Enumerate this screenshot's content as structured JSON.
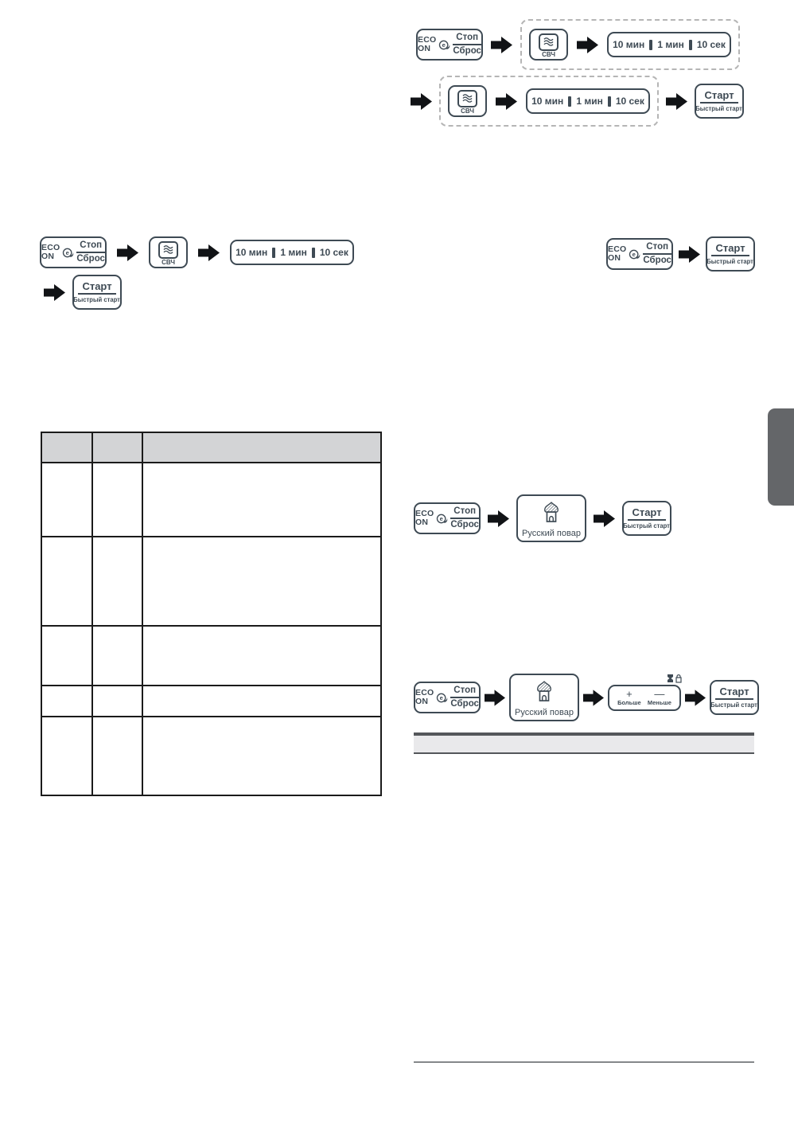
{
  "page": {
    "background": "#ffffff",
    "accent": "#3e4a54",
    "arrow_color": "#111316",
    "dashed_border": "#b5b5b5",
    "table_border": "#1b1b1b",
    "table_header_fill": "#d3d4d6",
    "side_tab_fill": "#646669",
    "section_bar_fill": "#e9e9eb",
    "section_bar_border": "#54575a",
    "footer_line_color": "#85888a"
  },
  "buttons": {
    "eco_stop": {
      "eco_line1": "ECO",
      "eco_line2": "ON",
      "top": "Стоп",
      "bottom": "Сброс"
    },
    "microwave": {
      "label": "СВЧ"
    },
    "time": {
      "segments": [
        "10 мин",
        "1 мин",
        "10 сек"
      ]
    },
    "start": {
      "top": "Старт",
      "bottom": "Быстрый старт"
    },
    "russian_chef": {
      "label": "Русский повар"
    },
    "more_less": {
      "plus": "+",
      "plus_label": "Больше",
      "minus": "—",
      "minus_label": "Меньше"
    }
  },
  "icons": {
    "eco": "eco-e-leaf-icon",
    "microwave": "microwave-waves-icon",
    "russian_chef": "russian-izba-icon",
    "arrow": "arrow-right-icon",
    "portion": [
      "weight-icon",
      "lock-icon"
    ]
  },
  "table": {
    "header": [
      "",
      "",
      ""
    ],
    "rows": [
      [
        "",
        "",
        ""
      ],
      [
        "",
        "",
        ""
      ],
      [
        "",
        "",
        ""
      ],
      [
        "",
        "",
        ""
      ],
      [
        "",
        "",
        ""
      ]
    ]
  }
}
